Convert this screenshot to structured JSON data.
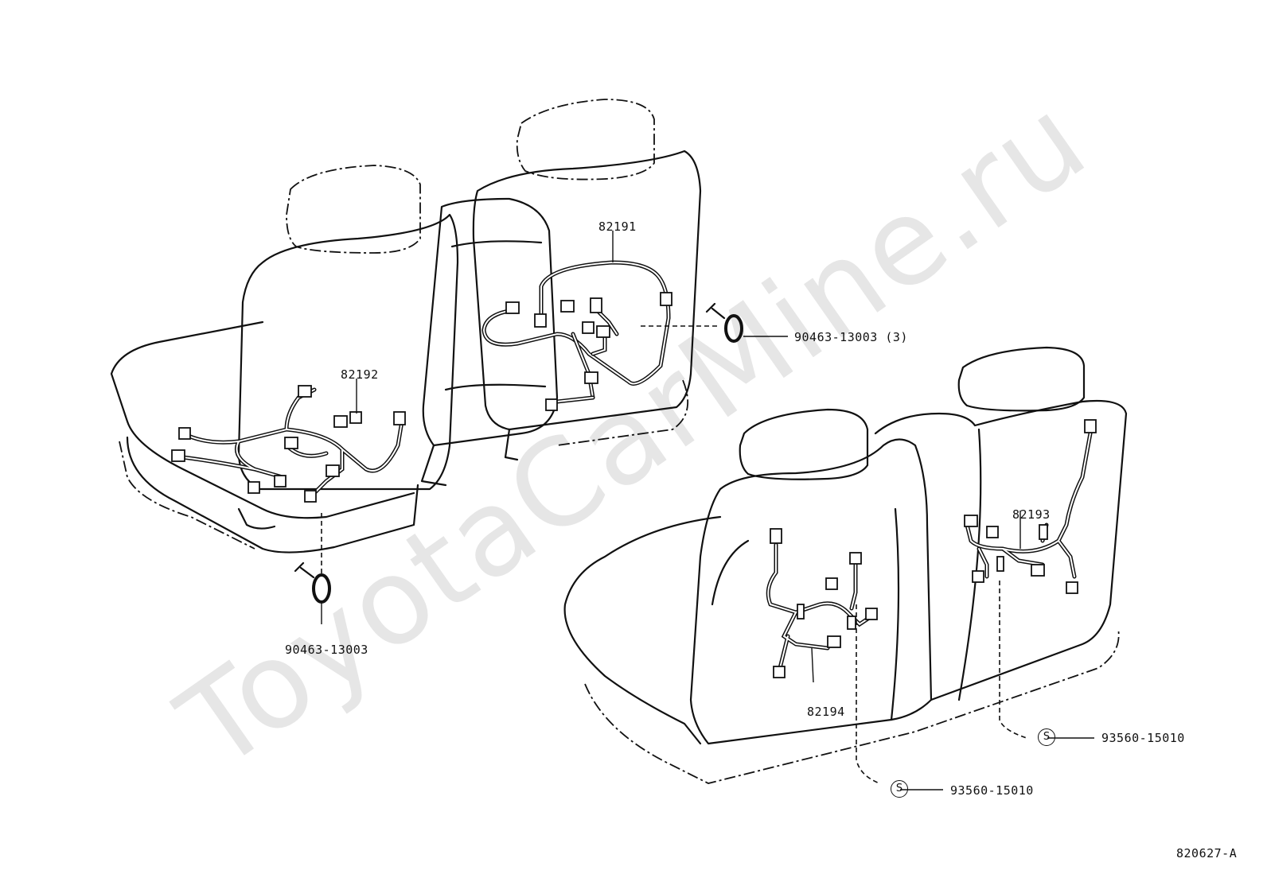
{
  "watermark": "ToyotaCarMine.ru",
  "callouts": {
    "part_82191": "82191",
    "part_82192": "82192",
    "part_82193": "82193",
    "part_82194": "82194",
    "clamp_upper": "90463-13003 (3)",
    "clamp_lower": "90463-13003",
    "screw_right": "93560-15010",
    "screw_center": "93560-15010",
    "screw_symbol": "S"
  },
  "figure_code": "820627-A"
}
